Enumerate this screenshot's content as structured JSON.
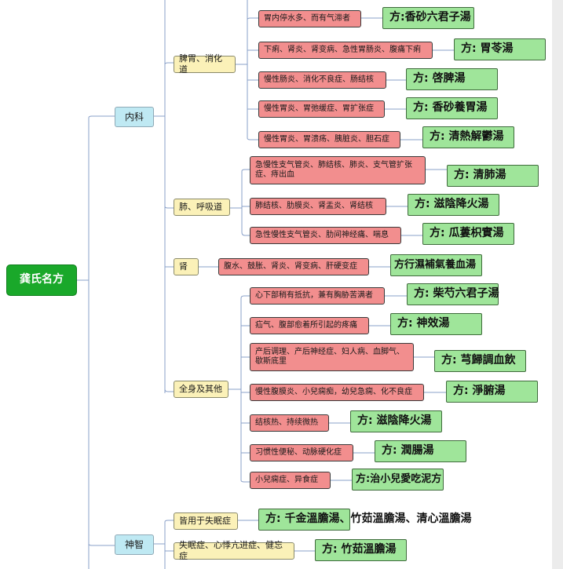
{
  "root": "龚氏名方",
  "categories": {
    "neike": "内科",
    "shenzhi": "神智"
  },
  "groups": {
    "piwei": "脾胃、消化道",
    "fei": "肺、呼吸道",
    "shen": "肾",
    "quanshen": "全身及其他",
    "shimian": "皆用于失眠症",
    "shimian2": "失眠症、心悸亢进症、健忘症"
  },
  "items": [
    {
      "cond": "胃内停水多、而有气滞者",
      "rx": "方:香砂六君子湯"
    },
    {
      "cond": "下痢、肾炎、肾变病、急性胃肠炎、腹痛下痢",
      "rx": "方:    胃苓湯"
    },
    {
      "cond": "慢性肠炎、消化不良症、肠结核",
      "rx": "方:    啓脾湯"
    },
    {
      "cond": "慢性胃炎、胃弛缓症、胃扩张症",
      "rx": "方:  香砂養胃湯"
    },
    {
      "cond": "慢性胃炎、胃溃疡、胰脏炎、胆石症",
      "rx": "方: 清熱解鬱湯"
    },
    {
      "cond": "急慢性支气管炎、肺结核、肺炎、支气管扩张症、痔出血",
      "rx": "方:    清肺湯"
    },
    {
      "cond": "肺结核、肋膜炎、肾盂炎、肾结核",
      "rx": "方: 滋陰降火湯"
    },
    {
      "cond": "急性慢性支气管炎、肋间神经痛、喘息",
      "rx": "方: 瓜蔞枳實湯"
    },
    {
      "cond": "腹水、鼓胀、肾炎、肾变病、肝硬变症",
      "rx": "方行濕補氣養血湯"
    },
    {
      "cond": "心下部稍有抵抗，兼有胸胁苦满者",
      "rx": "方: 柴芍六君子湯"
    },
    {
      "cond": "疝气、腹部愈着所引起的疼痛",
      "rx": "方:    神效湯"
    },
    {
      "cond": "产后调理、产后神经症、妇人病、血脚气、歇斯底里",
      "rx": "方: 芎歸調血飲"
    },
    {
      "cond": "慢性腹膜炎、小兒痫痴，幼兒急痫、化不良症",
      "rx": "方:    淨腑湯"
    },
    {
      "cond": "结核热、持续微热",
      "rx": "方:  滋陰降火湯"
    },
    {
      "cond": "习惯性便秘、动脉硬化症",
      "rx": "方:    潤腸湯"
    },
    {
      "cond": "小兒痫症、异食症",
      "rx": "方:治小兒愛吃泥方"
    }
  ],
  "rx_shimian": "方: 千金溫膽湯、竹茹溫膽湯、清心溫膽湯",
  "rx_shimian2": "方:  竹茹溫膽湯",
  "colors": {
    "root": "#1aa82a",
    "category": "#bfe9f3",
    "group": "#fbf1b8",
    "condition": "#f28e8e",
    "prescription": "#9fe59a",
    "line": "#8aa0c8"
  }
}
